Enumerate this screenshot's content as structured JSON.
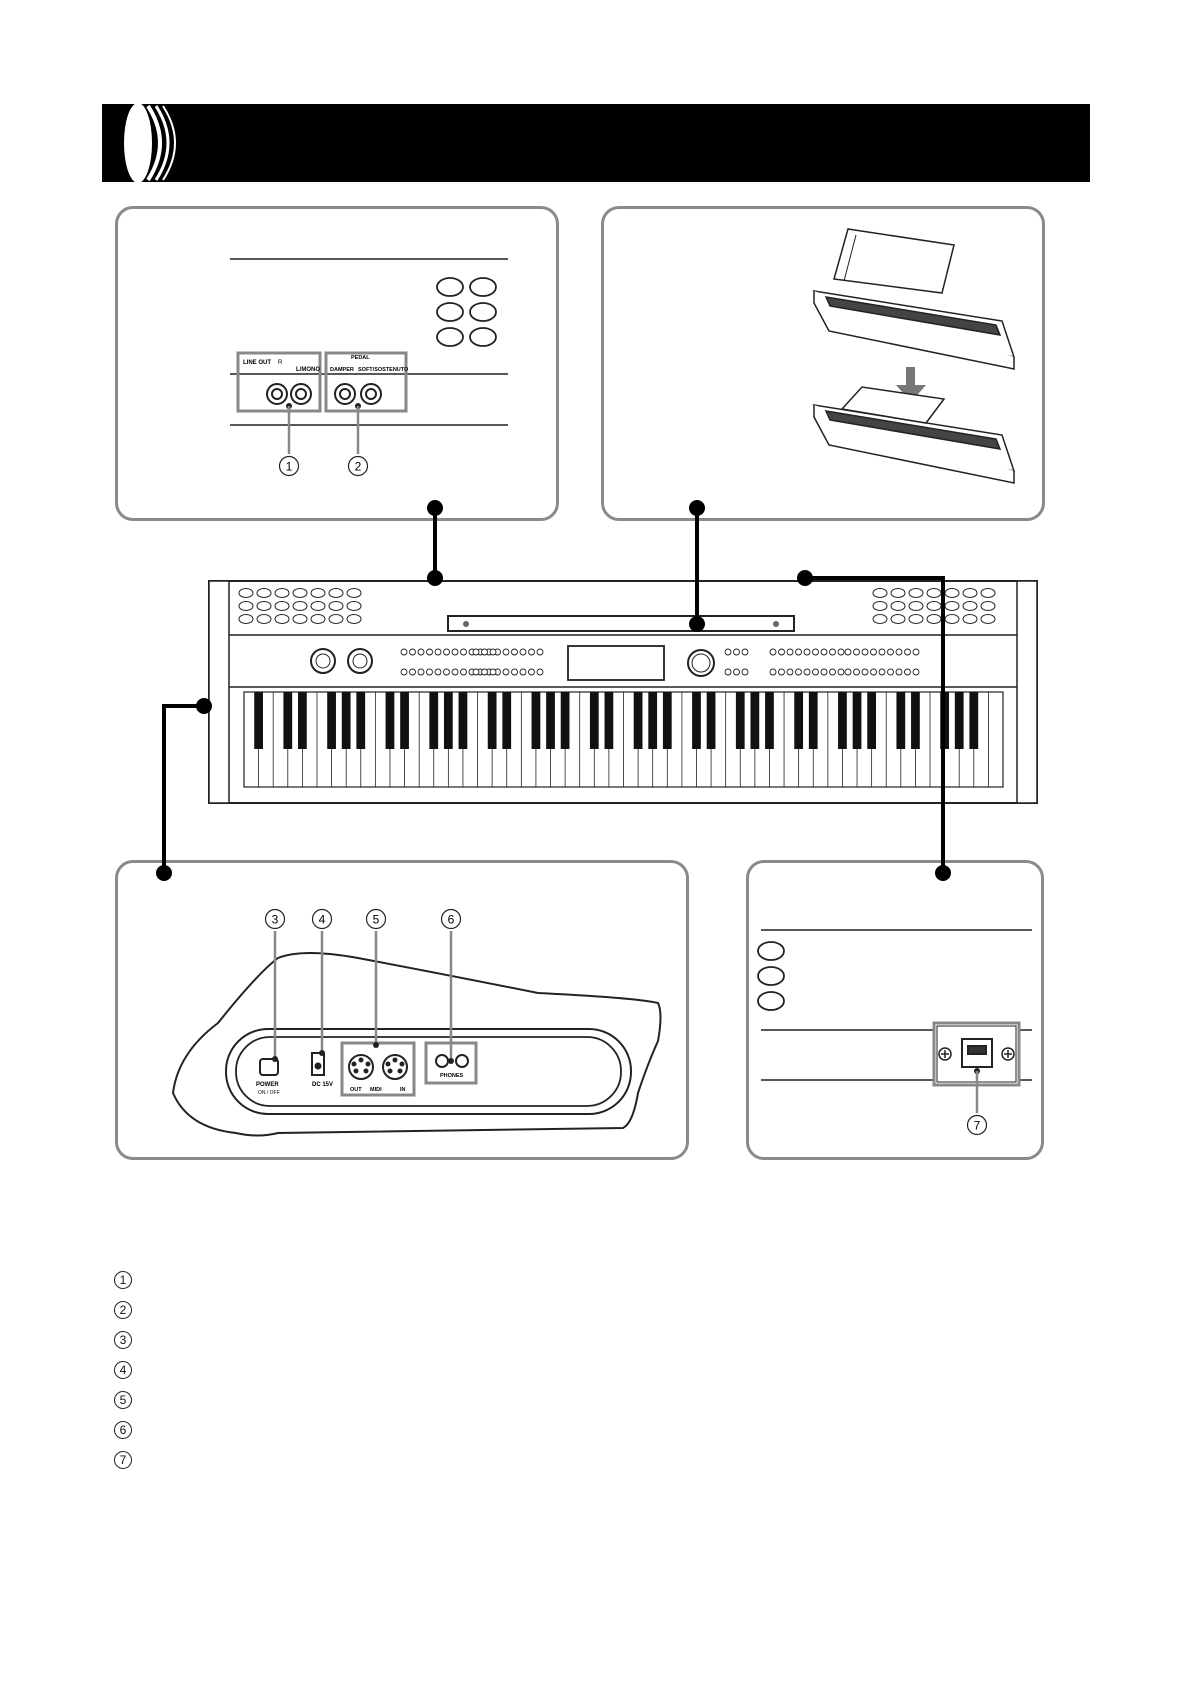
{
  "panel_labels": {
    "line_out": "LINE OUT",
    "r": "R",
    "l_mono": "L/MONO",
    "pedal": "PEDAL",
    "damper": "DAMPER",
    "soft_sostenuto": "SOFT/SOSTENUTO",
    "power": "POWER",
    "on_off": "ON / OFF",
    "dc": "DC 15V",
    "midi_out": "OUT",
    "midi": "MIDI",
    "midi_in": "IN",
    "phones": "PHONES"
  },
  "callouts": {
    "c1": "1",
    "c2": "2",
    "c3": "3",
    "c4": "4",
    "c5": "5",
    "c6": "6",
    "c7": "7"
  },
  "legend": [
    {
      "num": "1"
    },
    {
      "num": "2"
    },
    {
      "num": "3"
    },
    {
      "num": "4"
    },
    {
      "num": "5"
    },
    {
      "num": "6"
    },
    {
      "num": "7"
    }
  ]
}
